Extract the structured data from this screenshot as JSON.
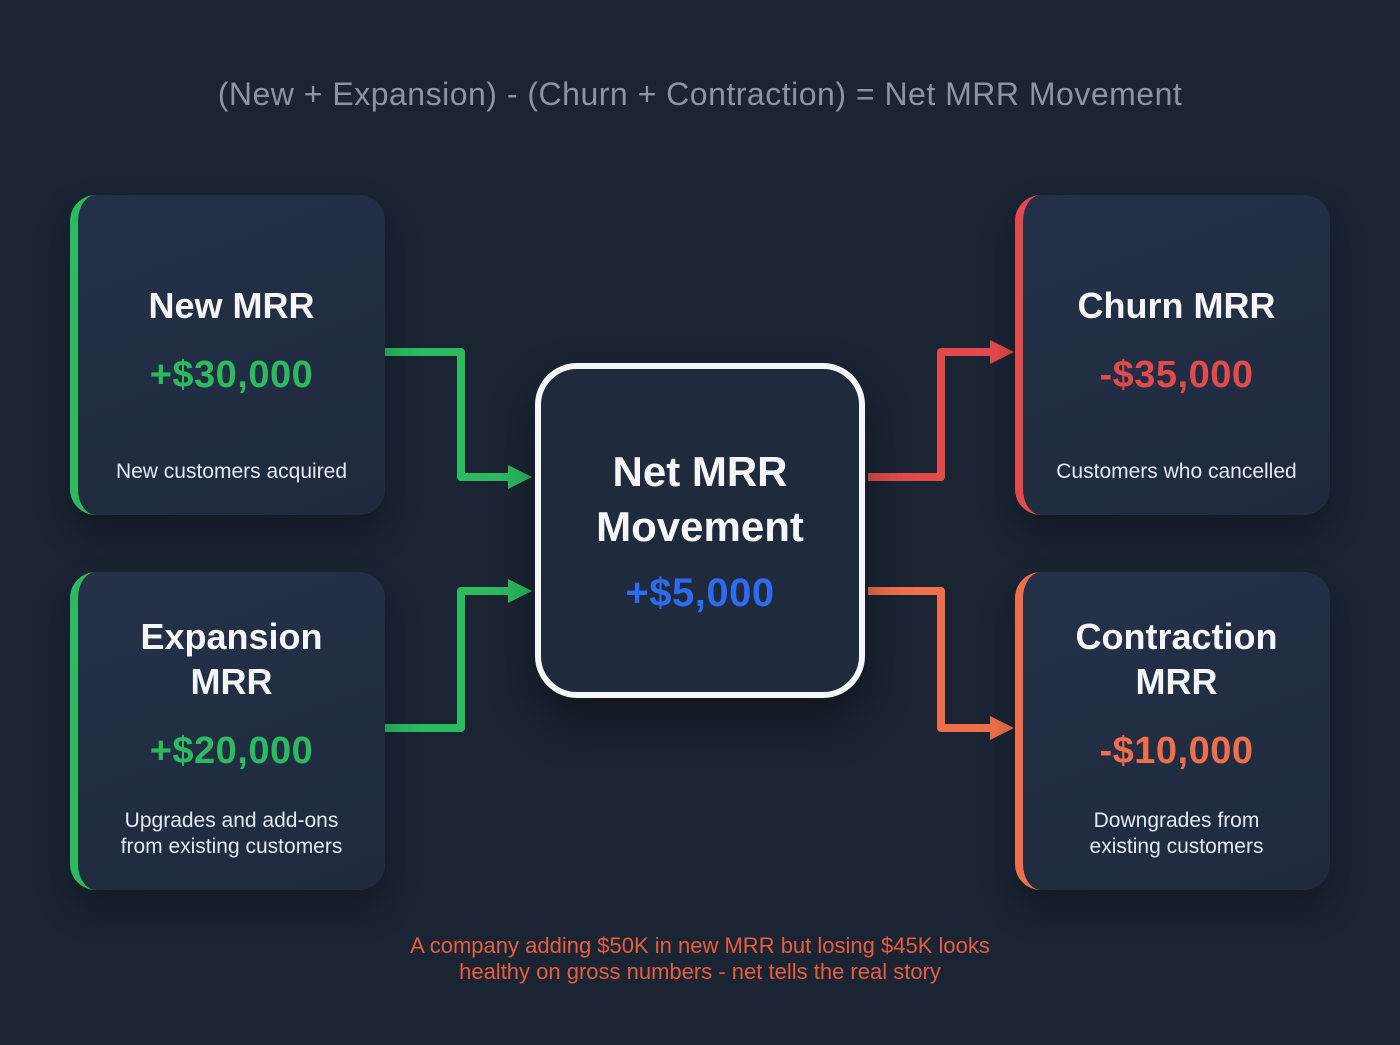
{
  "formula": "(New + Expansion) - (Churn + Contraction) = Net MRR Movement",
  "cards": {
    "new_mrr": {
      "title": "New MRR",
      "value": "+$30,000",
      "description": "New customers acquired"
    },
    "expansion_mrr": {
      "title": "Expansion MRR",
      "value": "+$20,000",
      "description": "Upgrades and add-ons from existing customers"
    },
    "net_movement": {
      "title": "Net MRR Movement",
      "value": "+$5,000"
    },
    "churn_mrr": {
      "title": "Churn MRR",
      "value": "-$35,000",
      "description": "Customers who cancelled"
    },
    "contraction_mrr": {
      "title": "Contraction MRR",
      "value": "-$10,000",
      "description": "Downgrades from existing customers"
    }
  },
  "footnote": "A company adding $50K in new MRR but losing $45K looks healthy on gross numbers - net tells the real story",
  "colors": {
    "bg": "#1a2433",
    "card": "#243149",
    "center-bg": "#1f2a3c",
    "green": "#2cba5f",
    "red": "#e34b4b",
    "orange": "#ef6f4a",
    "blue": "#2d6cf0",
    "heading-gray": "#8b94a6",
    "footnote-accent": "#e85d3e",
    "text-white": "#f4f6fa",
    "text-desc": "#e3e9f2"
  }
}
